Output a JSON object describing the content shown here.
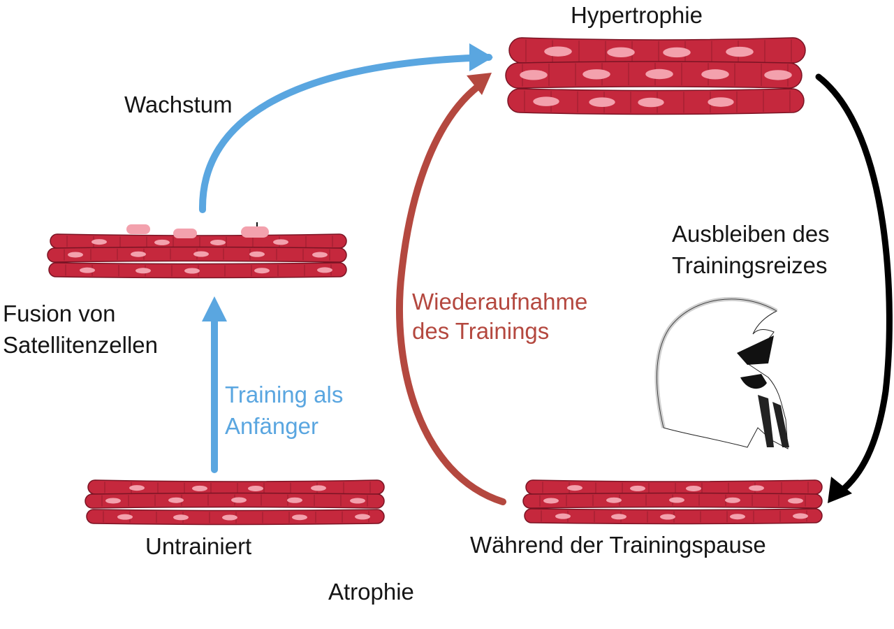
{
  "labels": {
    "hypertrophie": "Hypertrophie",
    "wachstum": "Wachstum",
    "fusion_line1": "Fusion von",
    "fusion_line2": "Satellitenzellen",
    "training_line1": "Training als",
    "training_line2": "Anfänger",
    "wiederaufnahme_line1": "Wiederaufnahme",
    "wiederaufnahme_line2": "des Trainings",
    "ausbleiben_line1": "Ausbleiben des",
    "ausbleiben_line2": "Trainingsreizes",
    "untrainiert": "Untrainiert",
    "trainingspause": "Während der Trainingspause",
    "atrophie": "Atrophie"
  },
  "colors": {
    "fiber": "#c5283d",
    "fiber_edge": "#7a1424",
    "nucleus": "#f3a1ad",
    "arrow_growth": "#5aa6e0",
    "arrow_return": "#b4483f",
    "arrow_loss": "#000000",
    "text_dark": "#151515",
    "text_blue": "#5aa6e0",
    "text_red": "#b4483f"
  },
  "icons": {
    "logo": "spartan-helmet-icon"
  }
}
